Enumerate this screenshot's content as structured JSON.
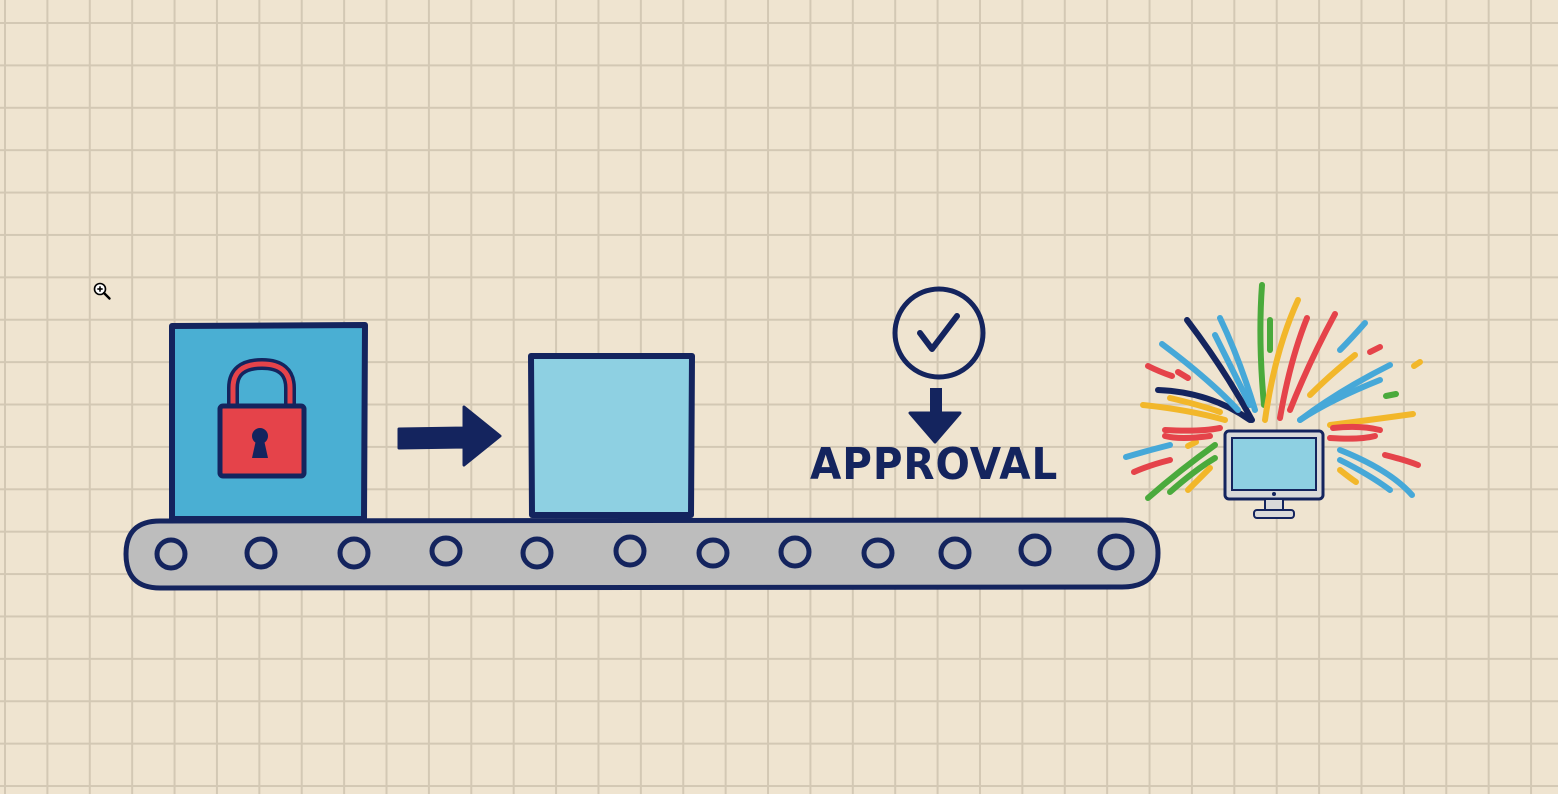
{
  "diagram": {
    "description": "Hand-drawn conveyor belt pipeline: locked box moves to an unlocked box, passes an approval checkpoint, and results in a monitor bursting with color.",
    "steps": [
      {
        "id": "locked-box",
        "icon": "padlock-icon",
        "fill": "#4aafd3"
      },
      {
        "id": "arrow",
        "icon": "arrow-right-icon"
      },
      {
        "id": "open-box",
        "fill": "#8ed0e2"
      },
      {
        "id": "approval",
        "icon": "check-circle-icon",
        "label": "APPROVAL"
      },
      {
        "id": "monitor",
        "icon": "monitor-icon",
        "effect": "color-burst"
      }
    ],
    "approval_label": "APPROVAL",
    "conveyor": {
      "rollers": 12,
      "fill": "#bdbdbd"
    }
  },
  "colors": {
    "ink": "#14245e",
    "paper": "#efe4d0",
    "grid": "#d3c8b4",
    "lock_red": "#e5434a",
    "box_blue": "#4aafd3",
    "box_light_blue": "#8ed0e2",
    "burst": [
      "#e5434a",
      "#f2b72a",
      "#46a8d8",
      "#4aaa3c",
      "#14245e"
    ]
  },
  "cursor": {
    "icon": "zoom-in-cursor-icon"
  }
}
